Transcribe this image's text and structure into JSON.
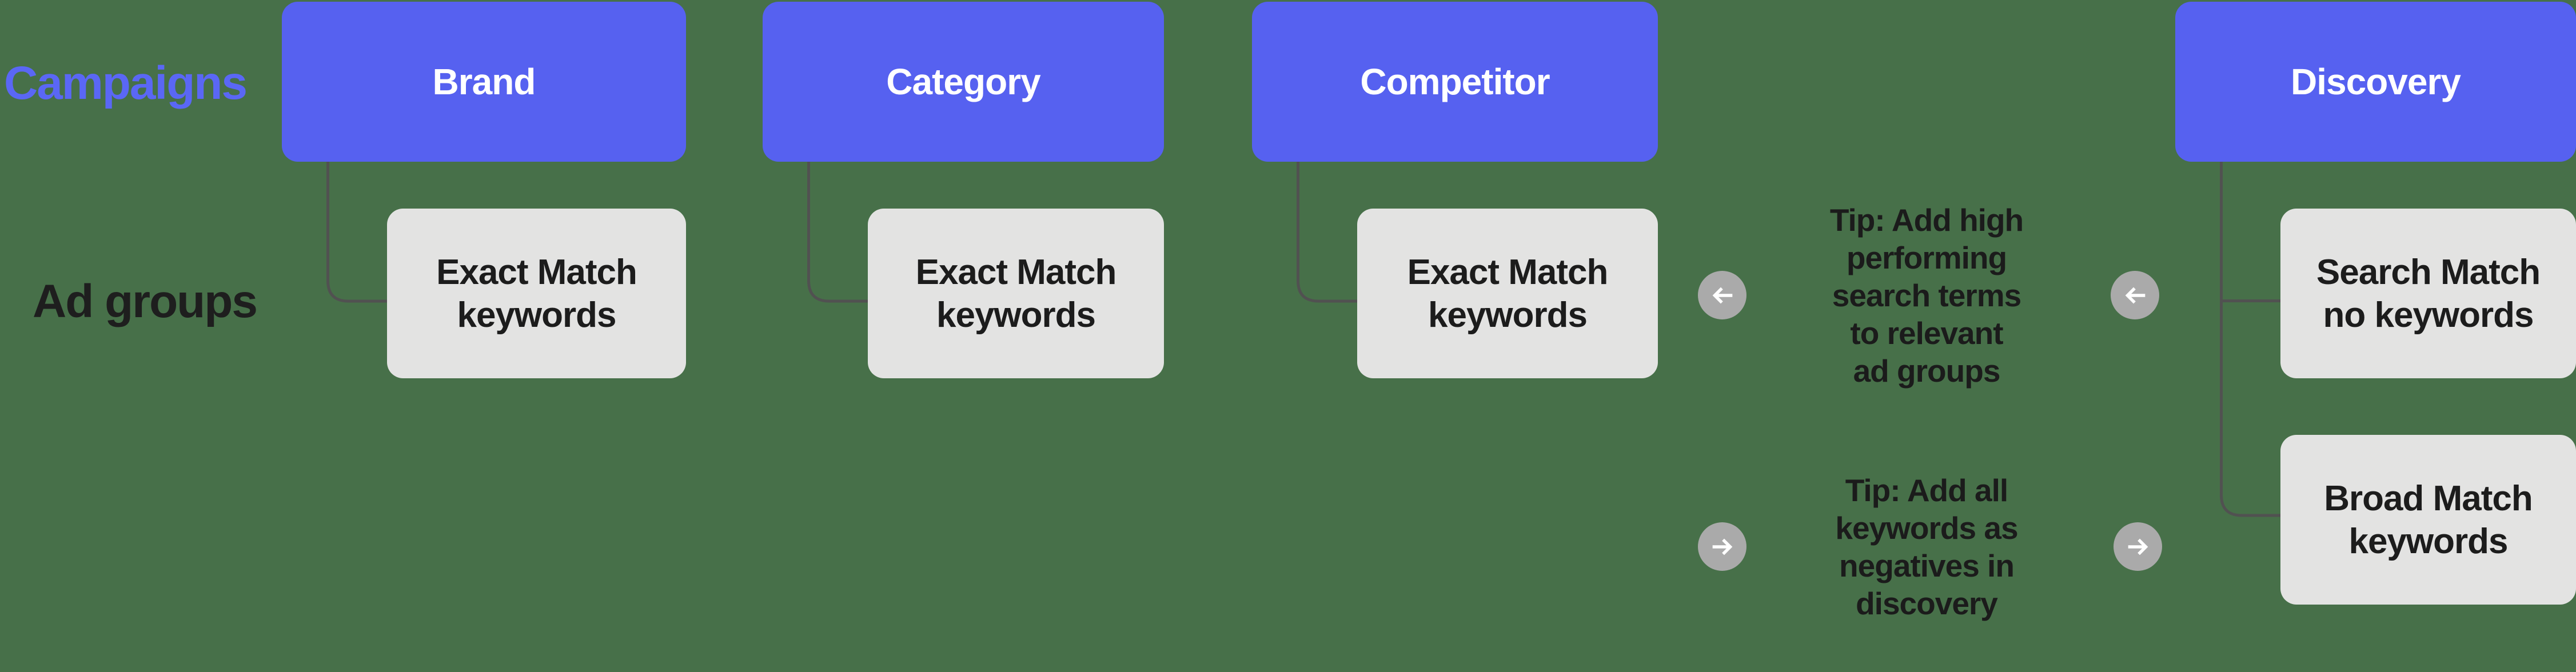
{
  "palette": {
    "background_green": "#477049",
    "campaign_blue": "#5661F0",
    "campaigns_label_blue": "#5A67F5",
    "adgroup_gray": "#E3E3E2",
    "connector_gray": "#515151",
    "arrow_circle_gray": "#AAAAAA",
    "arrow_glyph_white": "#FFFFFF",
    "dark_text": "#1C1C1C"
  },
  "row_labels": {
    "campaigns": "Campaigns",
    "ad_groups": "Ad groups"
  },
  "campaigns": {
    "items": [
      {
        "id": "brand",
        "label": "Brand"
      },
      {
        "id": "category",
        "label": "Category"
      },
      {
        "id": "competitor",
        "label": "Competitor"
      },
      {
        "id": "discovery",
        "label": "Discovery"
      }
    ]
  },
  "ad_groups": {
    "items": [
      {
        "id": "brand-exact-match",
        "label": "Exact Match\nkeywords"
      },
      {
        "id": "category-exact-match",
        "label": "Exact Match\nkeywords"
      },
      {
        "id": "competitor-exact-match",
        "label": "Exact Match\nkeywords"
      },
      {
        "id": "discovery-search-match",
        "label": "Search Match\nno keywords"
      },
      {
        "id": "discovery-broad-match",
        "label": "Broad Match\nkeywords"
      }
    ]
  },
  "tips": {
    "top": {
      "text": "Tip: Add high\nperforming\nsearch terms\nto relevant\nad groups",
      "arrow_direction": "left"
    },
    "bottom": {
      "text": "Tip: Add all\nkeywords as\nnegatives in\ndiscovery",
      "arrow_direction": "right"
    }
  }
}
